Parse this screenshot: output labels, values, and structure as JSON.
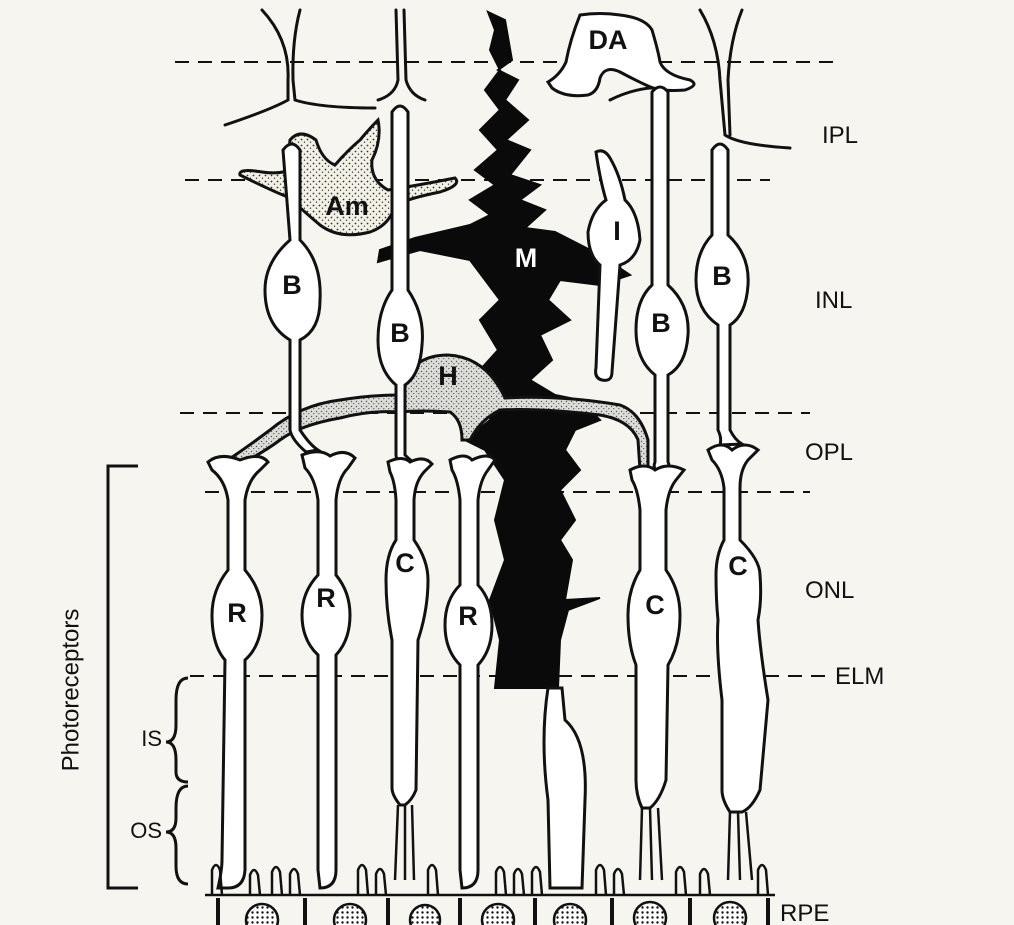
{
  "layers": {
    "ipl": "IPL",
    "inl": "INL",
    "opl": "OPL",
    "onl": "ONL",
    "elm": "ELM",
    "rpe": "RPE"
  },
  "cells": {
    "da": "DA",
    "am": "Am",
    "i": "I",
    "m": "M",
    "h": "H",
    "b": "B",
    "r": "R",
    "c": "C"
  },
  "regions": {
    "photoreceptors": "Photoreceptors",
    "is": "IS",
    "os": "OS"
  }
}
